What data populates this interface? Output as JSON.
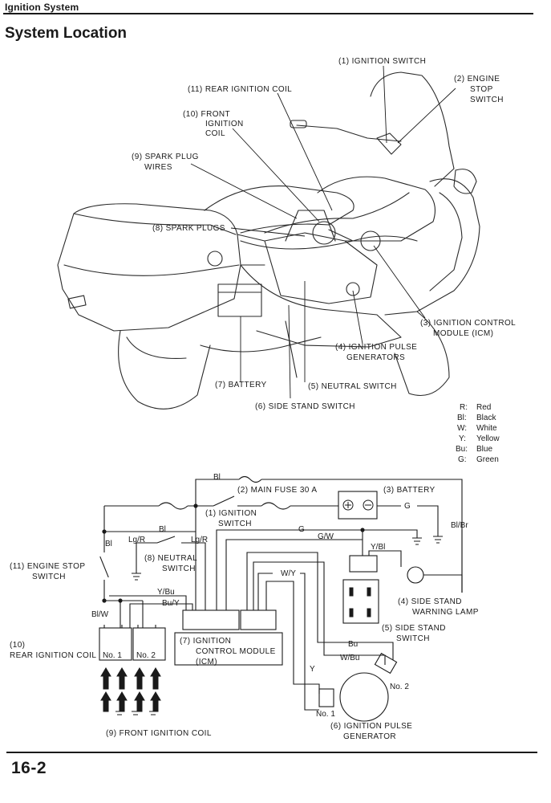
{
  "header": {
    "section": "Ignition System",
    "title": "System Location"
  },
  "footer": {
    "page_number": "16-2"
  },
  "location_callouts": {
    "ignition_switch": "(1) IGNITION SWITCH",
    "engine_stop_switch": [
      "(2) ENGINE",
      "STOP",
      "SWITCH"
    ],
    "rear_ignition_coil": "(11) REAR IGNITION COIL",
    "front_ignition_coil": [
      "(10) FRONT",
      "IGNITION",
      "COIL"
    ],
    "spark_plug_wires": [
      "(9) SPARK PLUG",
      "WIRES"
    ],
    "spark_plugs": "(8) SPARK PLUGS",
    "icm": [
      "(3) IGNITION CONTROL",
      "MODULE (ICM)"
    ],
    "pulse_generators": [
      "(4) IGNITION PULSE",
      "GENERATORS"
    ],
    "battery": "(7) BATTERY",
    "neutral_switch": "(5) NEUTRAL SWITCH",
    "side_stand_switch": "(6) SIDE STAND SWITCH"
  },
  "color_legend": [
    {
      "code": "R:",
      "name": "Red"
    },
    {
      "code": "Bl:",
      "name": "Black"
    },
    {
      "code": "W:",
      "name": "White"
    },
    {
      "code": "Y:",
      "name": "Yellow"
    },
    {
      "code": "Bu:",
      "name": "Blue"
    },
    {
      "code": "G:",
      "name": "Green"
    }
  ],
  "schematic": {
    "main_fuse": "(2) MAIN FUSE 30 A",
    "battery": "(3) BATTERY",
    "ignition_switch": [
      "(1) IGNITION",
      "SWITCH"
    ],
    "neutral_switch": [
      "(8) NEUTRAL",
      "SWITCH"
    ],
    "engine_stop_switch": [
      "(11) ENGINE STOP",
      "SWITCH"
    ],
    "icm": [
      "(7) IGNITION",
      "CONTROL MODULE",
      "(ICM)"
    ],
    "rear_ignition_coil": [
      "(10)",
      "REAR IGNITION COIL"
    ],
    "front_ignition_coil": "(9) FRONT IGNITION COIL",
    "side_stand_warning_lamp": [
      "(4) SIDE STAND",
      "WARNING LAMP"
    ],
    "side_stand_switch": [
      "(5) SIDE STAND",
      "SWITCH"
    ],
    "pulse_generator": [
      "(6) IGNITION PULSE",
      "GENERATOR"
    ],
    "coil_no1": "No. 1",
    "coil_no2": "No. 2",
    "pg_no1": "No. 1",
    "pg_no2": "No. 2",
    "wires": {
      "bl_top": "Bl",
      "bl_mid": "Bl",
      "bl_left": "Bl",
      "g_top": "G",
      "g_mid": "G",
      "bl_br": "Bl/Br",
      "lg_r_1": "Lg/R",
      "lg_r_2": "Lg/R",
      "g_w": "G/W",
      "y_bl": "Y/Bl",
      "w_y": "W/Y",
      "y_bu": "Y/Bu",
      "bu_y": "Bu/Y",
      "bl_w": "Bl/W",
      "bu": "Bu",
      "w_bu": "W/Bu",
      "y": "Y"
    }
  }
}
